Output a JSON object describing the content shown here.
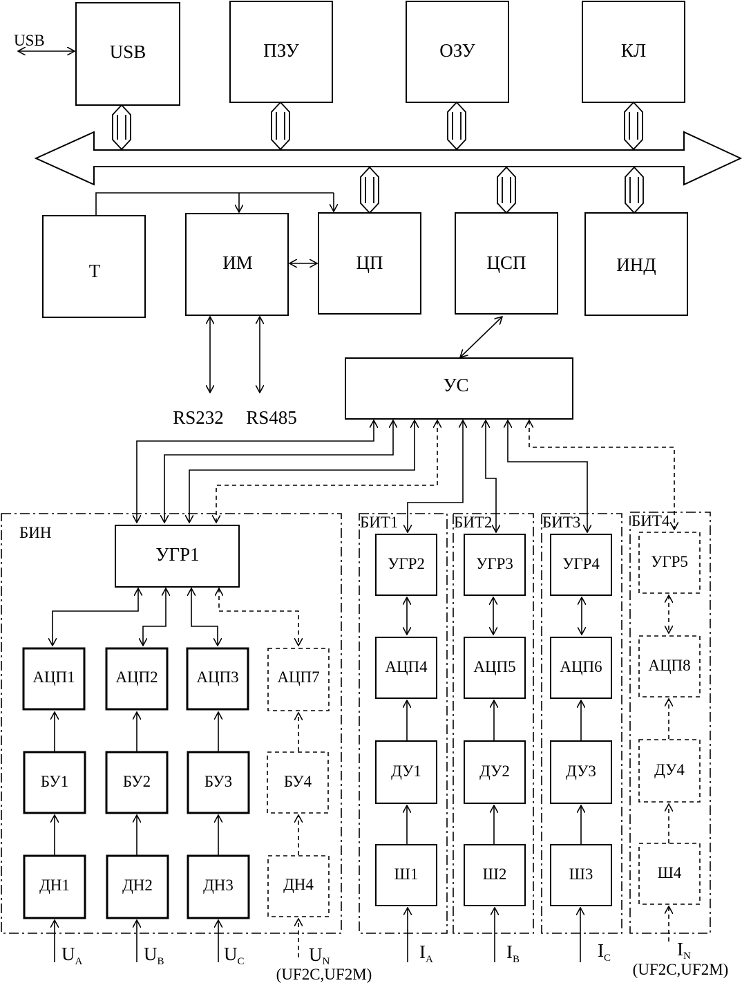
{
  "top_blocks": {
    "usb": "USB",
    "pzu": "ПЗУ",
    "ozu": "ОЗУ",
    "kl": "КЛ"
  },
  "usb_port_label": "USB",
  "mid_blocks": {
    "t": "Т",
    "im": "ИМ",
    "cp": "ЦП",
    "csp": "ЦСП",
    "ind": "ИНД"
  },
  "serial_ports": {
    "rs232": "RS232",
    "rs485": "RS485"
  },
  "us_block": "УС",
  "bin": {
    "title": "БИН",
    "ugr": "УГР1",
    "adc": [
      "АЦП1",
      "АЦП2",
      "АЦП3",
      "АЦП7"
    ],
    "bu": [
      "БУ1",
      "БУ2",
      "БУ3",
      "БУ4"
    ],
    "dn": [
      "ДН1",
      "ДН2",
      "ДН3",
      "ДН4"
    ]
  },
  "bit": [
    {
      "title": "БИТ1",
      "ugr": "УГР2",
      "adc": "АЦП4",
      "du": "ДУ1",
      "sh": "Ш1"
    },
    {
      "title": "БИТ2",
      "ugr": "УГР3",
      "adc": "АЦП5",
      "du": "ДУ2",
      "sh": "Ш2"
    },
    {
      "title": "БИТ3",
      "ugr": "УГР4",
      "adc": "АЦП6",
      "du": "ДУ3",
      "sh": "Ш3"
    },
    {
      "title": "БИТ4",
      "ugr": "УГР5",
      "adc": "АЦП8",
      "du": "ДУ4",
      "sh": "Ш4"
    }
  ],
  "inputs": {
    "ua": {
      "main": "U",
      "sub": "A"
    },
    "ub": {
      "main": "U",
      "sub": "B"
    },
    "uc": {
      "main": "U",
      "sub": "C"
    },
    "un": {
      "main": "U",
      "sub": "N"
    },
    "un_note": "(UF2C,UF2M)",
    "ia": {
      "main": "I",
      "sub": "A"
    },
    "ib": {
      "main": "I",
      "sub": "B"
    },
    "ic": {
      "main": "I",
      "sub": "C"
    },
    "in": {
      "main": "I",
      "sub": "N"
    },
    "in_note": "(UF2C,UF2M)"
  }
}
